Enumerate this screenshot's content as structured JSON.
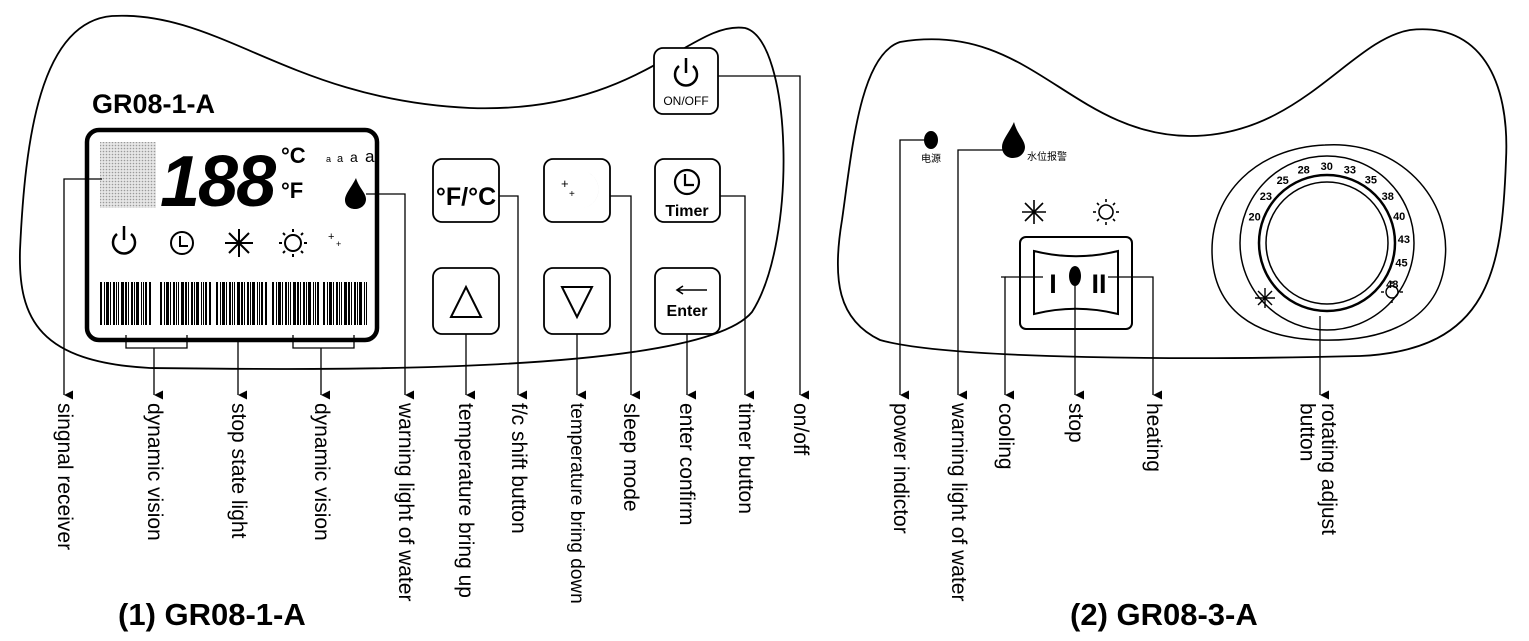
{
  "panel1": {
    "model_label": "GR08-1-A",
    "digits": "188",
    "unit_c": "°C",
    "unit_f": "°F",
    "buttons": {
      "onoff": "ON/OFF",
      "fc": "°F/°C",
      "timer": "Timer",
      "enter": "Enter"
    },
    "caption": "(1) GR08-1-A",
    "labels": {
      "signal_receiver": "singnal receiver",
      "dynamic_vision_1": "dynamic vision",
      "stop_state_light": "stop state light",
      "dynamic_vision_2": "dynamic vision",
      "warning_light": "warning light of water",
      "temp_up": "temperature bring up",
      "fc_shift": "f/c shift button",
      "temp_down": "temperature bring down",
      "sleep_mode": "sleep mode",
      "enter_confirm": "enter confirm",
      "timer_button": "timer button",
      "on_off": "on/off"
    }
  },
  "panel2": {
    "power_cn": "电源",
    "water_cn": "水位报警",
    "switch_left": "I",
    "switch_right": "II",
    "dial_ticks": [
      "20",
      "23",
      "25",
      "28",
      "30",
      "33",
      "35",
      "38",
      "40",
      "43",
      "45",
      "48"
    ],
    "caption": "(2) GR08-3-A",
    "labels": {
      "power_indicator": "power indictor",
      "warning_light": "warning light of water",
      "cooling": "cooling",
      "stop": "stop",
      "heating": "heating",
      "rotating_adjust": "rotating adjust\nbutton"
    }
  },
  "colors": {
    "ink": "#000000",
    "paper": "#ffffff",
    "receiver": "#cfcfcf"
  },
  "icons": [
    "power-icon",
    "clock-icon",
    "snowflake-icon",
    "sun-icon",
    "moon-stars-icon",
    "water-drop-icon",
    "triangle-up-icon",
    "triangle-down-icon",
    "enter-arrow-icon"
  ]
}
